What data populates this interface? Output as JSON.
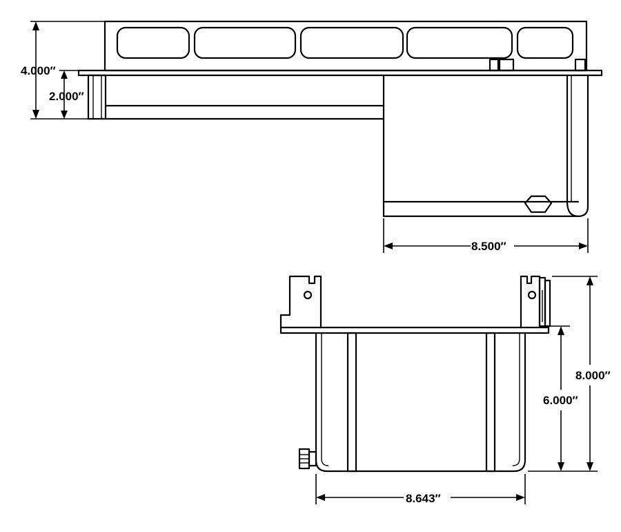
{
  "top_view": {
    "dim_height_total": "4.000″",
    "dim_height_sump": "2.000″",
    "dim_sump_length": "8.500″"
  },
  "end_view": {
    "dim_width": "8.643″",
    "dim_depth_sump": "6.000″",
    "dim_depth_total": "8.000″"
  }
}
